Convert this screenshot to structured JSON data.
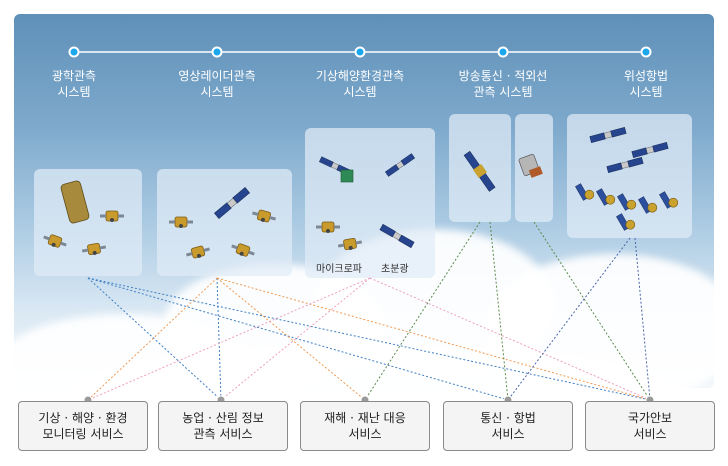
{
  "systems": [
    {
      "line1": "광학관측",
      "line2": "시스템"
    },
    {
      "line1": "영상레이더관측",
      "line2": "시스템"
    },
    {
      "line1": "기상해양환경관측",
      "line2": "시스템"
    },
    {
      "line1": "방송통신 · 적외선",
      "line2": "관측 시스템"
    },
    {
      "line1": "위성항법",
      "line2": "시스템"
    }
  ],
  "sat_labels": {
    "microwave": "마이크로파",
    "spectral": "초분광"
  },
  "services": [
    {
      "line1": "기상 · 해양 · 환경",
      "line2": "모니터링 서비스"
    },
    {
      "line1": "농업 · 산림 정보",
      "line2": "관측 서비스"
    },
    {
      "line1": "재해 · 재난 대응",
      "line2": "서비스"
    },
    {
      "line1": "통신 · 항법",
      "line2": "서비스"
    },
    {
      "line1": "국가안보",
      "line2": "서비스"
    }
  ],
  "colors": {
    "blue": "#3f7fc4",
    "orange": "#ef9a52",
    "pink": "#ee9fbf",
    "green": "#5c8a4c",
    "navy": "#4a64a8"
  }
}
